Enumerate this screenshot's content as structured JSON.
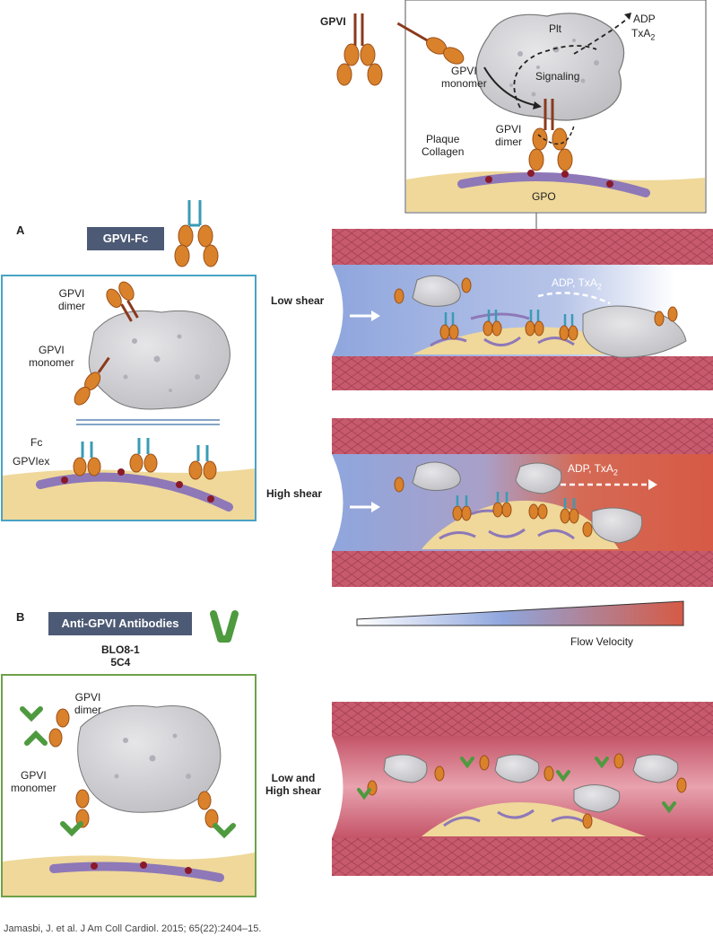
{
  "legend": {
    "molecule_label": "GPVI"
  },
  "inset": {
    "plt": "Plt",
    "adp": "ADP",
    "txa": "TxA",
    "txa_sub": "2",
    "monomer_1": "GPVI",
    "monomer_2": "monomer",
    "signaling": "Signaling",
    "dimer_1": "GPVI",
    "dimer_2": "dimer",
    "plaque_1": "Plaque",
    "plaque_2": "Collagen",
    "gpo": "GPO"
  },
  "panel_a": {
    "letter": "A",
    "tag": "GPVI-Fc",
    "dimer_1": "GPVI",
    "dimer_2": "dimer",
    "monomer_1": "GPVI",
    "monomer_2": "monomer",
    "fc": "Fc",
    "gpviex": "GPVIex"
  },
  "vessels": {
    "low_shear": "Low shear",
    "high_shear": "High shear",
    "adp_txa": "ADP, TxA",
    "txa_sub": "2",
    "low_and_high_1": "Low and",
    "low_and_high_2": "High shear"
  },
  "gradient": {
    "label": "Flow Velocity",
    "colors": [
      "#ffffff",
      "#8fa6dd",
      "#d65a45"
    ]
  },
  "panel_b": {
    "letter": "B",
    "tag": "Anti-GPVI Antibodies",
    "antibody_1": "BLO8-1",
    "antibody_2": "5C4",
    "dimer_1": "GPVI",
    "dimer_2": "dimer",
    "monomer_1": "GPVI",
    "monomer_2": "monomer"
  },
  "citation": "Jamasbi, J. et al. J Am Coll Cardiol. 2015; 65(22):2404–15.",
  "colors": {
    "orange": "#d9822b",
    "orange_dark": "#9c4f16",
    "stalk": "#8a3a1c",
    "teal": "#3a9bb5",
    "green": "#4e9a3f",
    "platelet": "#d6d6d9",
    "collagen": "#8e78b8",
    "plaque": "#efd89a",
    "vessel_wall": "#c85a6e",
    "panel_a_border": "#4aa3c4",
    "panel_b_border": "#6ea14a",
    "tag_bg": "#4d5a75"
  }
}
